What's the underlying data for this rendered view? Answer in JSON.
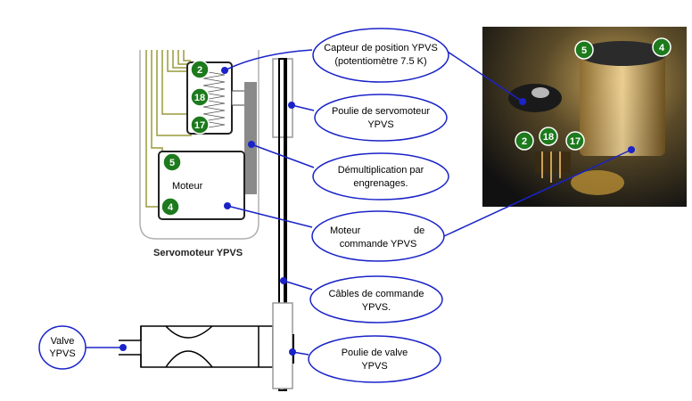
{
  "diagram": {
    "servo_label": "Servomoteur YPVS",
    "motor_label": "Moteur",
    "valve_label_line1": "Valve",
    "valve_label_line2": "YPVS",
    "badges": {
      "b2": "2",
      "b18": "18",
      "b17": "17",
      "b5": "5",
      "b4": "4"
    },
    "photo_badges": {
      "p5": "5",
      "p4": "4",
      "p2": "2",
      "p18": "18",
      "p17": "17"
    },
    "callouts": {
      "capteur_l1": "Capteur de position YPVS",
      "capteur_l2": "(potentiomètre 7.5 K)",
      "poulie_servo_l1": "Poulie de servomoteur",
      "poulie_servo_l2": "YPVS",
      "demult_l1": "Démultiplication par",
      "demult_l2": "engrenages.",
      "moteur_cmd_l1a": "Moteur",
      "moteur_cmd_l1b": "de",
      "moteur_cmd_l2": "commande YPVS",
      "cables_l1": "Câbles de commande",
      "cables_l2": "YPVS.",
      "poulie_valve_l1": "Poulie de valve",
      "poulie_valve_l2": "YPVS"
    },
    "colors": {
      "callout_stroke": "#1a23c8",
      "badge_fill": "#1d7a1d",
      "wire": "#9a9a3a",
      "gear_grey": "#8a8a8a"
    }
  }
}
